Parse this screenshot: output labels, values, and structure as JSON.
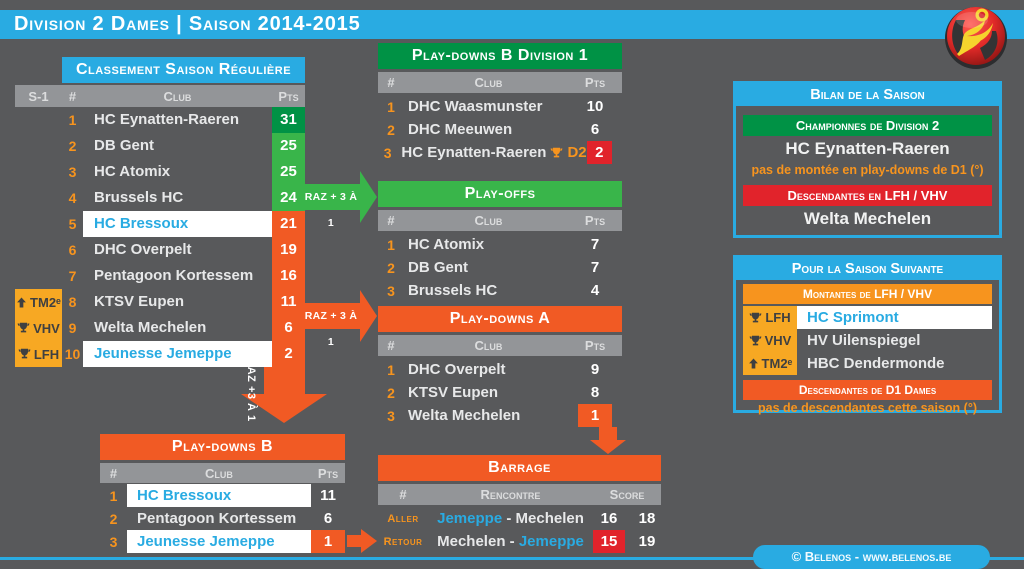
{
  "header": {
    "title": "Division 2 Dames | Saison 2014-2015"
  },
  "classement": {
    "title": "Classement Saison Régulière",
    "columns": {
      "s1": "S-1",
      "rank": "#",
      "club": "Club",
      "pts": "Pts"
    },
    "rows": [
      {
        "rank": "1",
        "club": "HC Eynatten-Raeren",
        "pts": "31"
      },
      {
        "rank": "2",
        "club": "DB Gent",
        "pts": "25"
      },
      {
        "rank": "3",
        "club": "HC Atomix",
        "pts": "25"
      },
      {
        "rank": "4",
        "club": "Brussels HC",
        "pts": "24"
      },
      {
        "rank": "5",
        "club": "HC Bressoux",
        "pts": "21"
      },
      {
        "rank": "6",
        "club": "DHC Overpelt",
        "pts": "19"
      },
      {
        "rank": "7",
        "club": "Pentagoon Kortessem",
        "pts": "16"
      },
      {
        "rank": "8",
        "club": "KTSV Eupen",
        "pts": "11",
        "badge": "TM2ᵉ"
      },
      {
        "rank": "9",
        "club": "Welta Mechelen",
        "pts": "6",
        "badge": "VHV"
      },
      {
        "rank": "10",
        "club": "Jeunesse Jemeppe",
        "pts": "2",
        "badge": "LFH"
      }
    ]
  },
  "playdowns_b_d1": {
    "title": "Play-downs B Division 1",
    "columns": {
      "rank": "#",
      "club": "Club",
      "pts": "Pts"
    },
    "rows": [
      {
        "rank": "1",
        "club": "DHC Waasmunster",
        "pts": "10"
      },
      {
        "rank": "2",
        "club": "DHC Meeuwen",
        "pts": "6"
      },
      {
        "rank": "3",
        "club": "HC Eynatten-Raeren",
        "suffix": "D2",
        "pts": "2"
      }
    ]
  },
  "playoffs": {
    "title": "Play-offs",
    "columns": {
      "rank": "#",
      "club": "Club",
      "pts": "Pts"
    },
    "rows": [
      {
        "rank": "1",
        "club": "HC Atomix",
        "pts": "7"
      },
      {
        "rank": "2",
        "club": "DB Gent",
        "pts": "7"
      },
      {
        "rank": "3",
        "club": "Brussels HC",
        "pts": "4"
      }
    ]
  },
  "playdowns_a": {
    "title": "Play-downs A",
    "columns": {
      "rank": "#",
      "club": "Club",
      "pts": "Pts"
    },
    "rows": [
      {
        "rank": "1",
        "club": "DHC Overpelt",
        "pts": "9"
      },
      {
        "rank": "2",
        "club": "KTSV Eupen",
        "pts": "8"
      },
      {
        "rank": "3",
        "club": "Welta Mechelen",
        "pts": "1"
      }
    ]
  },
  "playdowns_b": {
    "title": "Play-downs B",
    "columns": {
      "rank": "#",
      "club": "Club",
      "pts": "Pts"
    },
    "rows": [
      {
        "rank": "1",
        "club": "HC Bressoux",
        "pts": "11"
      },
      {
        "rank": "2",
        "club": "Pentagoon Kortessem",
        "pts": "6"
      },
      {
        "rank": "3",
        "club": "Jeunesse Jemeppe",
        "pts": "1"
      }
    ]
  },
  "barrage": {
    "title": "Barrage",
    "columns": {
      "leg": "#",
      "match": "Rencontre",
      "score": "Score"
    },
    "separator": "-",
    "rows": [
      {
        "leg": "Aller",
        "home": "Jemeppe",
        "away": "Mechelen",
        "score_home": "16",
        "score_away": "18"
      },
      {
        "leg": "Retour",
        "home": "Mechelen",
        "away": "Jemeppe",
        "score_home": "15",
        "score_away": "19"
      }
    ]
  },
  "arrows": {
    "raz_playoffs": "RAZ + 3 À 1",
    "raz_playdowns_a": "RAZ + 3 À 1",
    "raz_playdowns_b": "RAZ +3 À 1"
  },
  "bilan": {
    "title": "Bilan de la Saison",
    "champion_banner": "Championnes de Division 2",
    "champion": "HC Eynatten-Raeren",
    "champion_note": "pas de montée en play-downs de D1 (°)",
    "relegated_banner": "Descendantes en LFH / VHV",
    "relegated": "Welta Mechelen"
  },
  "next_season": {
    "title": "Pour la Saison Suivante",
    "promoted_banner": "Montantes de LFH / VHV",
    "rows": [
      {
        "badge": "LFH",
        "club": "HC Sprimont"
      },
      {
        "badge": "VHV",
        "club": "HV Uilenspiegel"
      },
      {
        "badge": "TM2ᵉ",
        "club": "HBC Dendermonde"
      }
    ],
    "relegated_banner": "Descendantes de D1 Dames",
    "relegated_note": "pas de descendantes cette saison (°)"
  },
  "footer": {
    "credit": "© Belenos - www.belenos.be"
  },
  "colors": {
    "cyan": "#29ABE2",
    "dark_green": "#009245",
    "green": "#39B54A",
    "orange": "#F15A24",
    "light_orange": "#F7941E",
    "yellow": "#F7A823",
    "red": "#E1232B",
    "header_gray": "#939598",
    "background": "#58595B"
  }
}
